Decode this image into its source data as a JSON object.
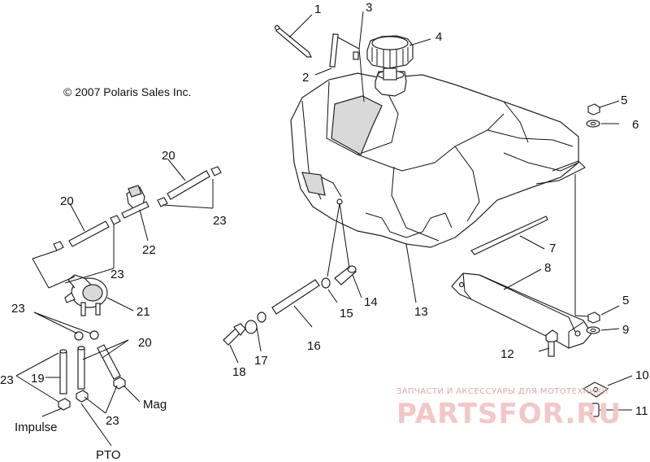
{
  "copyright": "© 2007 Polaris Sales Inc.",
  "callouts": {
    "c1": "1",
    "c2": "2",
    "c3": "3",
    "c4": "4",
    "c5a": "5",
    "c5b": "5",
    "c6": "6",
    "c7": "7",
    "c8": "8",
    "c9": "9",
    "c10": "10",
    "c11": "11",
    "c12": "12",
    "c13": "13",
    "c14": "14",
    "c15": "15",
    "c16": "16",
    "c17": "17",
    "c18": "18",
    "c19": "19",
    "c20a": "20",
    "c20b": "20",
    "c20c": "20",
    "c21": "21",
    "c22": "22",
    "c23a": "23",
    "c23b": "23",
    "c23c": "23",
    "c23d": "23",
    "c23e": "23"
  },
  "captions": {
    "impulse": "Impulse",
    "pto": "PTO",
    "mag": "Mag"
  },
  "watermark": {
    "tagline": "ЗАПЧАСТИ И АКСЕССУАРЫ ДЛЯ МОТОТЕХНИКИ",
    "brand": "PARTSFOR.RU"
  }
}
